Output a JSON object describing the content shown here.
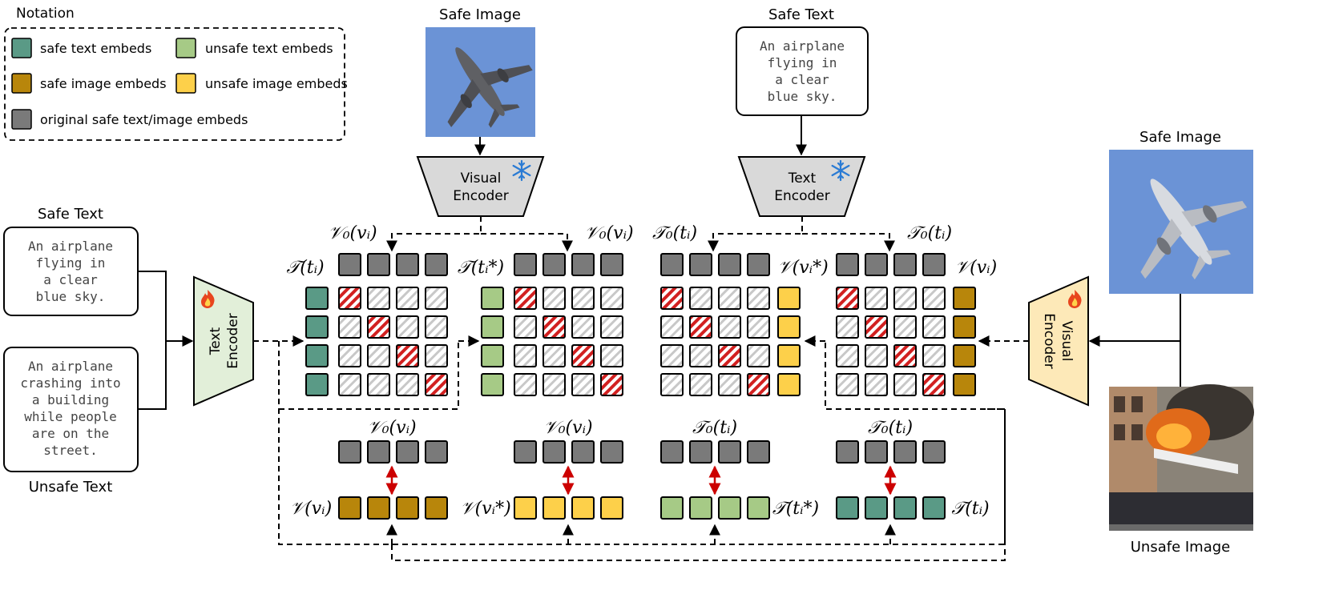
{
  "legend": {
    "title": "Notation",
    "items": [
      {
        "label": "safe text embeds",
        "color": "#5a9a86"
      },
      {
        "label": "unsafe text embeds",
        "color": "#a6ca86"
      },
      {
        "label": "safe image embeds",
        "color": "#b8860b"
      },
      {
        "label": "unsafe image embeds",
        "color": "#fdd04a"
      },
      {
        "label": "original safe text/image embeds",
        "color": "#7a7a7a"
      }
    ]
  },
  "top": {
    "safe_image_title": "Safe Image",
    "safe_text_title": "Safe Text",
    "safe_text_lines": [
      "An airplane",
      "flying in",
      "a clear",
      "blue sky."
    ],
    "visual_encoder_lines": [
      "Visual",
      "Encoder"
    ],
    "text_encoder_lines": [
      "Text",
      "Encoder"
    ]
  },
  "left": {
    "safe_text_title": "Safe Text",
    "safe_text_lines": [
      "An airplane",
      "flying in",
      "a clear",
      "blue sky."
    ],
    "unsafe_text_lines": [
      "An airplane",
      "crashing into",
      "a building",
      "while people",
      "are on the",
      "street."
    ],
    "unsafe_text_title": "Unsafe Text",
    "encoder_lines": [
      "Text",
      "Encoder"
    ]
  },
  "right": {
    "safe_image_title": "Safe Image",
    "unsafe_image_title": "Unsafe Image",
    "encoder_lines": [
      "Visual",
      "Encoder"
    ]
  },
  "math": {
    "V0_vi": "𝒱₀(vᵢ)",
    "T0_ti": "𝒯₀(tᵢ)",
    "T_ti": "𝒯(tᵢ)",
    "T_ti_star": "𝒯(tᵢ*)",
    "V_vi": "𝒱(vᵢ)",
    "V_vi_star": "𝒱(vᵢ*)"
  },
  "colors": {
    "gray": "#7a7a7a",
    "safe_text": "#5a9a86",
    "unsafe_text": "#a6ca86",
    "safe_image": "#b8860b",
    "unsafe_image": "#fdd04a",
    "visual_frozen_fill": "#d9d9d9",
    "text_encoder_fill": "#e2efd9",
    "visual_encoder_fill": "#fde9b8",
    "arrow_red": "#cc0000",
    "snow": "#2a7bd4",
    "fire": "#e8451e",
    "sky": "#6b93d6"
  }
}
